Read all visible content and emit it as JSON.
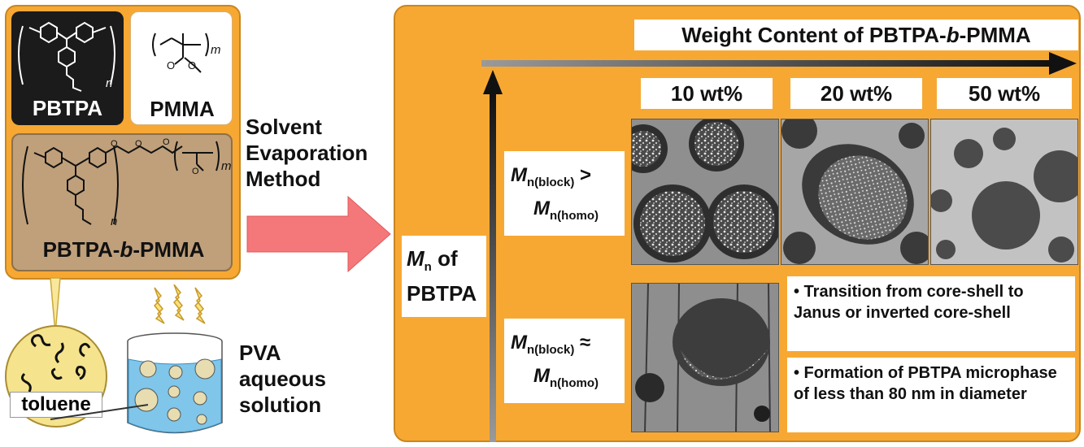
{
  "left_panel": {
    "pbtpa_label": "PBTPA",
    "pmma_label": "PMMA",
    "block_label": "PBTPA-b-PMMA",
    "block_prefix": "PBTPA-",
    "block_b": "b",
    "block_suffix": "-PMMA",
    "subscript_n": "n",
    "subscript_m": "m",
    "toluene_label": "toluene",
    "pva_line1": "PVA",
    "pva_line2": "aqueous",
    "pva_line3": "solution"
  },
  "method": {
    "line1": "Solvent",
    "line2": "Evaporation",
    "line3": "Method"
  },
  "right_panel": {
    "x_axis_title_prefix": "Weight Content of PBTPA-",
    "x_axis_title_b": "b",
    "x_axis_title_suffix": "-PMMA",
    "columns": [
      "10 wt%",
      "20 wt%",
      "50 wt%"
    ],
    "y_axis_M": "M",
    "y_axis_sub": "n",
    "y_axis_of": "of",
    "y_axis_line2": "PBTPA",
    "row1_M1": "M",
    "row1_sub1": "n(block)",
    "row1_op": ">",
    "row1_M2": "M",
    "row1_sub2": "n(homo)",
    "row2_M1": "M",
    "row2_sub1": "n(block)",
    "row2_op": "≈",
    "row2_M2": "M",
    "row2_sub2": "n(homo)",
    "note1": "• Transition from core-shell to Janus or inverted core-shell",
    "note2": "• Formation of PBTPA microphase of less than 80 nm in diameter"
  },
  "colors": {
    "panel_orange": "#f7a833",
    "arrow_pink": "#f4787a",
    "dark_box": "#1b1b1b",
    "brown_box": "#bfa07b"
  }
}
